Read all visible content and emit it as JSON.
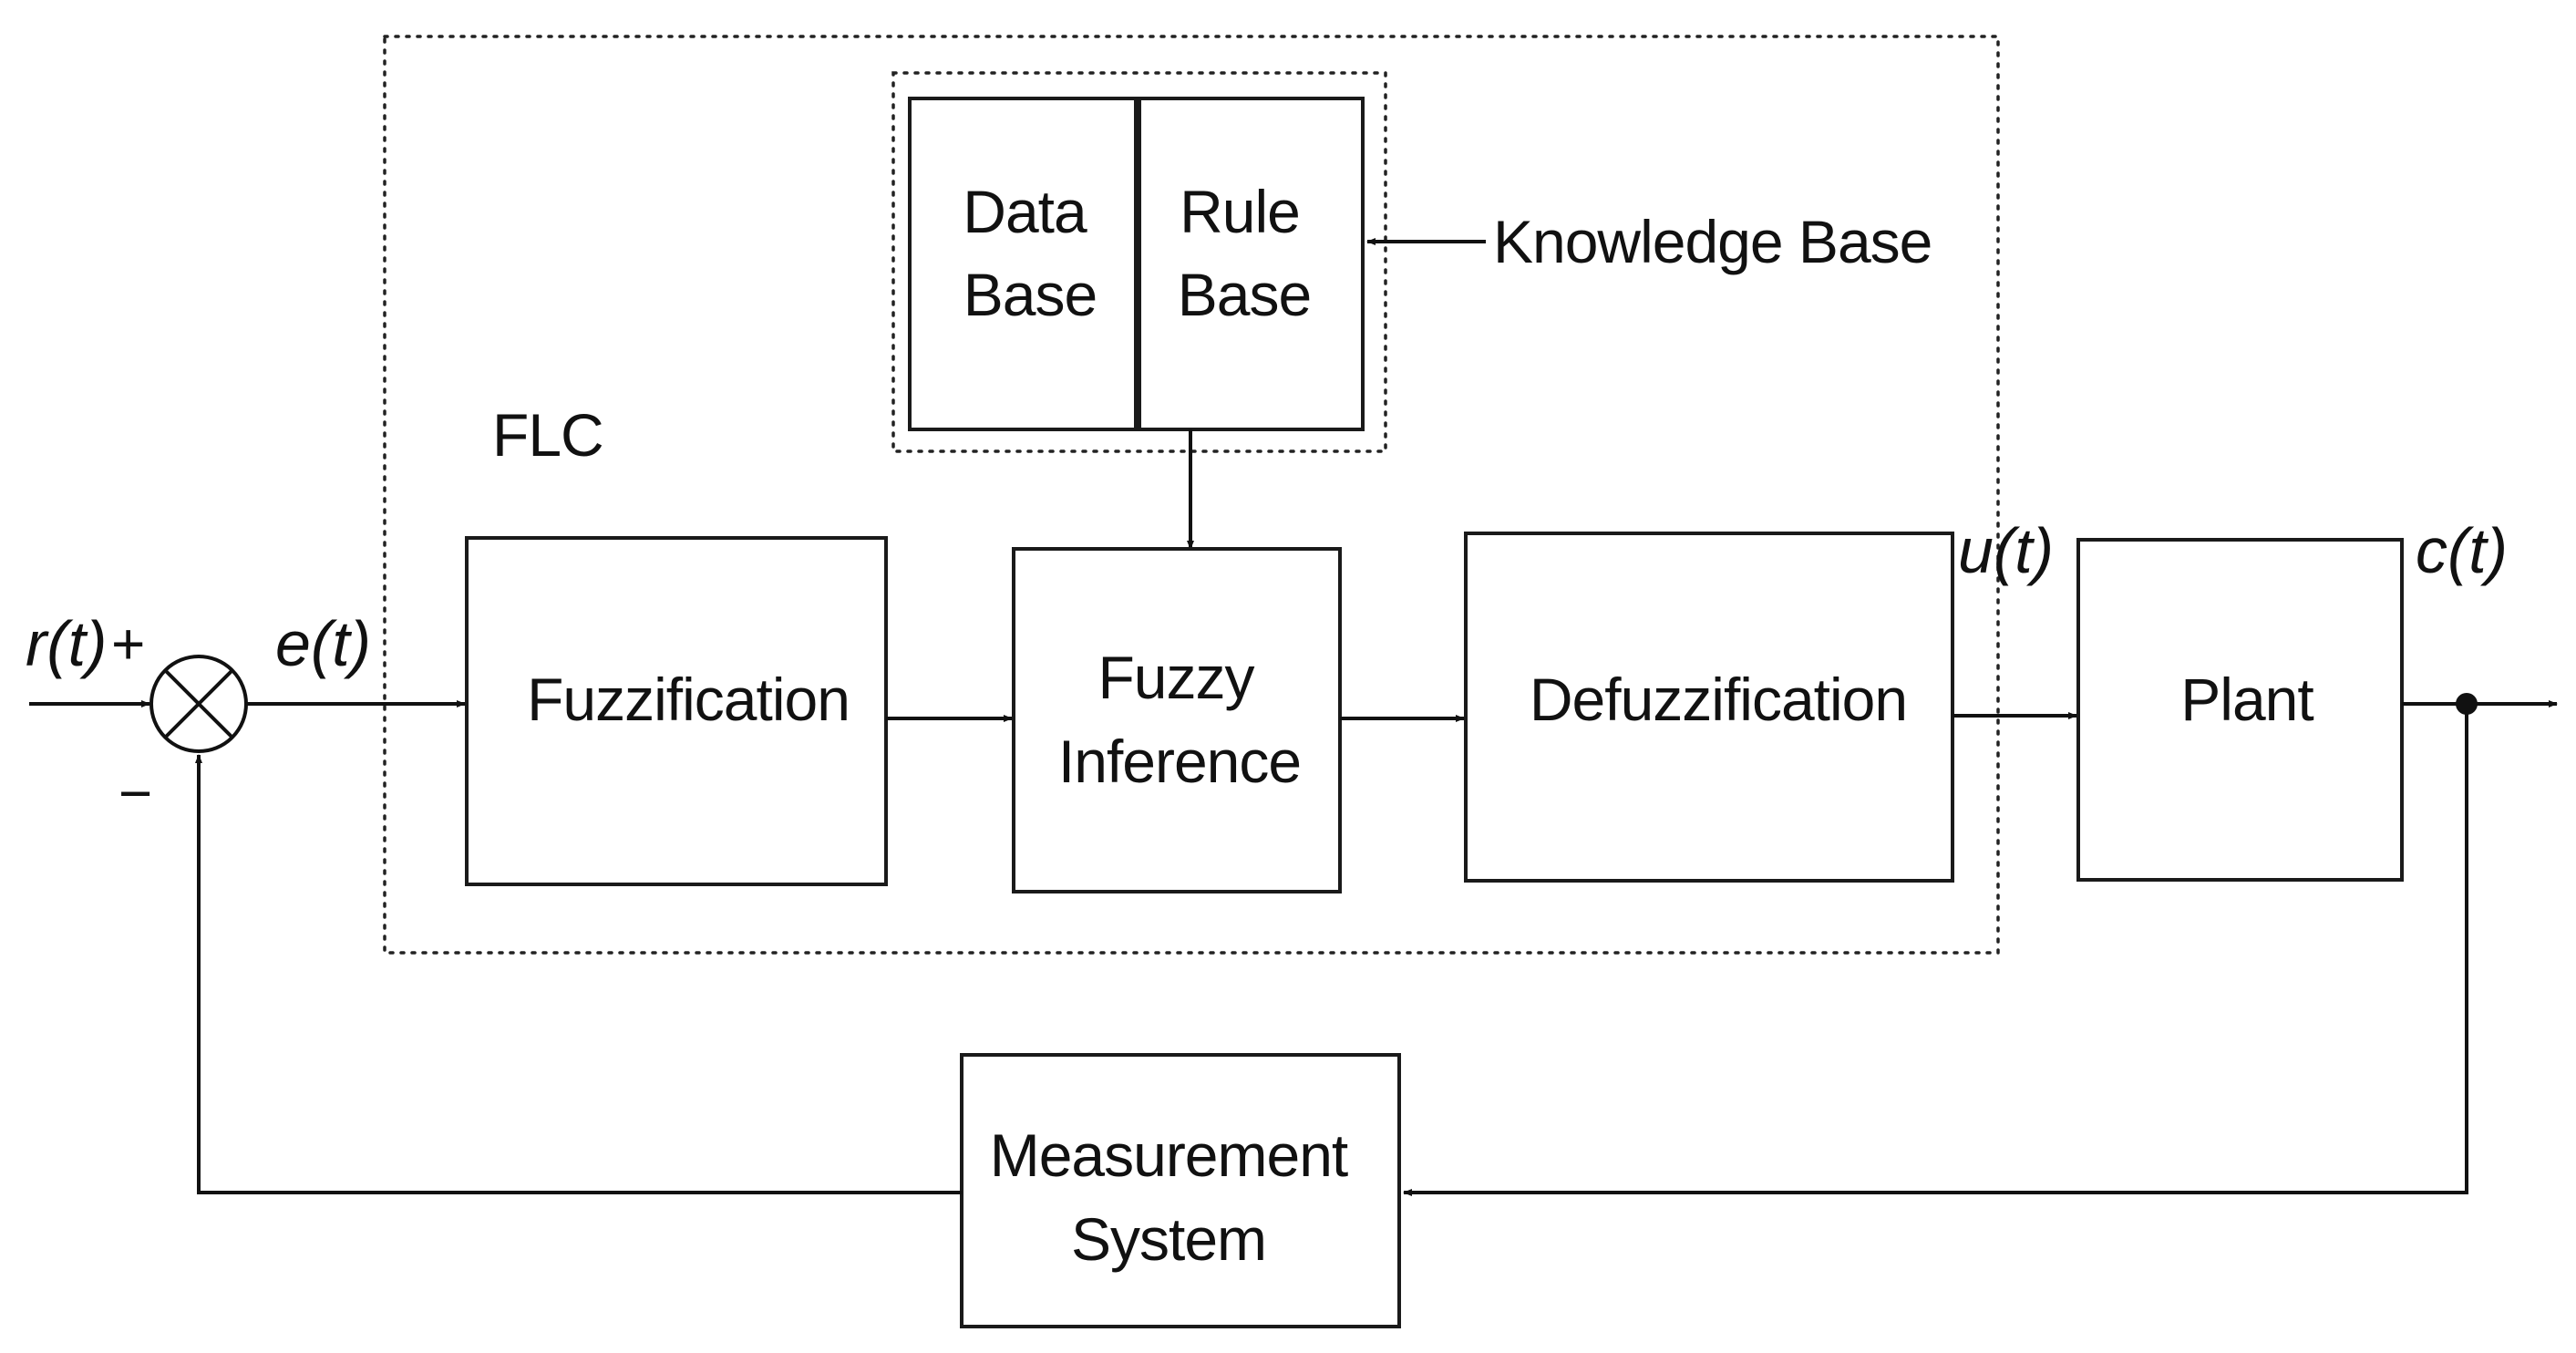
{
  "diagram": {
    "flc_label": "FLC",
    "knowledge_base_label": "Knowledge Base",
    "blocks": {
      "data_base": [
        "Data",
        "Base"
      ],
      "rule_base": [
        "Rule",
        "Base"
      ],
      "fuzzification": "Fuzzification",
      "fuzzy_inference": [
        "Fuzzy",
        "Inference"
      ],
      "defuzzification": "Defuzzification",
      "plant": "Plant",
      "measurement_system": [
        "Measurement",
        "System"
      ]
    },
    "signals": {
      "reference": "r(t)",
      "error": "e(t)",
      "control": "u(t)",
      "output": "c(t)"
    },
    "summing_junction": {
      "plus": "+",
      "minus": "−"
    }
  }
}
